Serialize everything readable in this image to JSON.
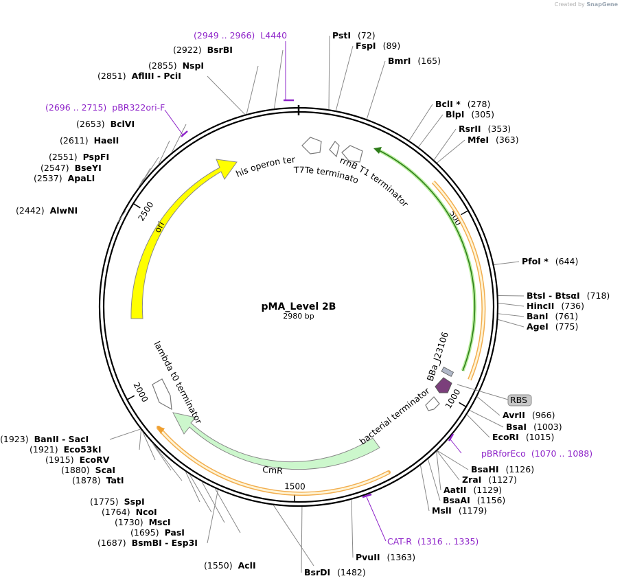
{
  "credit": {
    "prefix": "Created by",
    "brand": "SnapGene"
  },
  "plasmid": {
    "name": "pMA_Level 2B",
    "length_label": "2980 bp",
    "length": 2980
  },
  "ticks": [
    {
      "bp": 500,
      "label": "500"
    },
    {
      "bp": 1000,
      "label": "1000"
    },
    {
      "bp": 1500,
      "label": "1500"
    },
    {
      "bp": 2000,
      "label": "2000"
    },
    {
      "bp": 2500,
      "label": "2500"
    }
  ],
  "sites": [
    {
      "name": "PstI",
      "pos": "(72)"
    },
    {
      "name": "FspI",
      "pos": "(89)"
    },
    {
      "name": "BmrI",
      "pos": "(165)"
    },
    {
      "name": "BclI *",
      "pos": "(278)"
    },
    {
      "name": "BlpI",
      "pos": "(305)"
    },
    {
      "name": "RsrII",
      "pos": "(353)"
    },
    {
      "name": "MfeI",
      "pos": "(363)"
    },
    {
      "name": "PfoI *",
      "pos": "(644)"
    },
    {
      "name": "BtsI  -  BtsαI",
      "pos": "(718)"
    },
    {
      "name": "HincII",
      "pos": "(736)"
    },
    {
      "name": "BanI",
      "pos": "(761)"
    },
    {
      "name": "AgeI",
      "pos": "(775)"
    },
    {
      "name": "AvrII",
      "pos": "(966)"
    },
    {
      "name": "BsaI",
      "pos": "(1003)"
    },
    {
      "name": "EcoRI",
      "pos": "(1015)"
    },
    {
      "name": "BsaHI",
      "pos": "(1126)"
    },
    {
      "name": "ZraI",
      "pos": "(1127)"
    },
    {
      "name": "AatII",
      "pos": "(1129)"
    },
    {
      "name": "BsaAI",
      "pos": "(1156)"
    },
    {
      "name": "MslI",
      "pos": "(1179)"
    },
    {
      "name": "PvuII",
      "pos": "(1363)"
    },
    {
      "name": "BsrDI",
      "pos": "(1482)"
    },
    {
      "name": "AclI",
      "pos": "(1550)"
    },
    {
      "name": "BsmBI  -  Esp3I",
      "pos": "(1687)"
    },
    {
      "name": "PasI",
      "pos": "(1695)"
    },
    {
      "name": "MscI",
      "pos": "(1730)"
    },
    {
      "name": "NcoI",
      "pos": "(1764)"
    },
    {
      "name": "SspI",
      "pos": "(1775)"
    },
    {
      "name": "TatI",
      "pos": "(1878)"
    },
    {
      "name": "ScaI",
      "pos": "(1880)"
    },
    {
      "name": "EcoRV",
      "pos": "(1915)"
    },
    {
      "name": "Eco53kI",
      "pos": "(1921)"
    },
    {
      "name": "BanII  -  SacI",
      "pos": "(1923)"
    },
    {
      "name": "AlwNI",
      "pos": "(2442)"
    },
    {
      "name": "ApaLI",
      "pos": "(2537)"
    },
    {
      "name": "BseYI",
      "pos": "(2547)"
    },
    {
      "name": "PspFI",
      "pos": "(2551)"
    },
    {
      "name": "HaeII",
      "pos": "(2611)"
    },
    {
      "name": "BclVI",
      "pos": "(2653)"
    },
    {
      "name": "AflIII  -  PciI",
      "pos": "(2851)"
    },
    {
      "name": "NspI",
      "pos": "(2855)"
    },
    {
      "name": "BsrBI",
      "pos": "(2922)"
    }
  ],
  "primers": [
    {
      "name": "L4440",
      "range": "(2949 .. 2966)"
    },
    {
      "name": "pBR322ori-F",
      "range": "(2696 .. 2715)"
    },
    {
      "name": "pBRforEco",
      "range": "(1070 .. 1088)"
    },
    {
      "name": "CAT-R",
      "range": "(1316 .. 1335)"
    }
  ],
  "features": {
    "his_term": "his operon terminator",
    "t7te": "T7Te terminator",
    "rrnb": "rrnB T1 terminator",
    "ori": "ori",
    "cmr": "CmR",
    "lambda": "lambda t0 terminator",
    "bact": "bacterial terminator",
    "bba": "BBa_J23106",
    "rbs": "RBS"
  },
  "colors": {
    "ori": "#ffff00",
    "cmr": "#ccf7cc",
    "orange_fill": "#fff4d6",
    "orange_edge": "#f0a030",
    "green_line": "#2e7d1a",
    "primer": "#8e24c9",
    "promoter": "#7b3f7b",
    "rbs_fill": "#c8c8c8"
  }
}
